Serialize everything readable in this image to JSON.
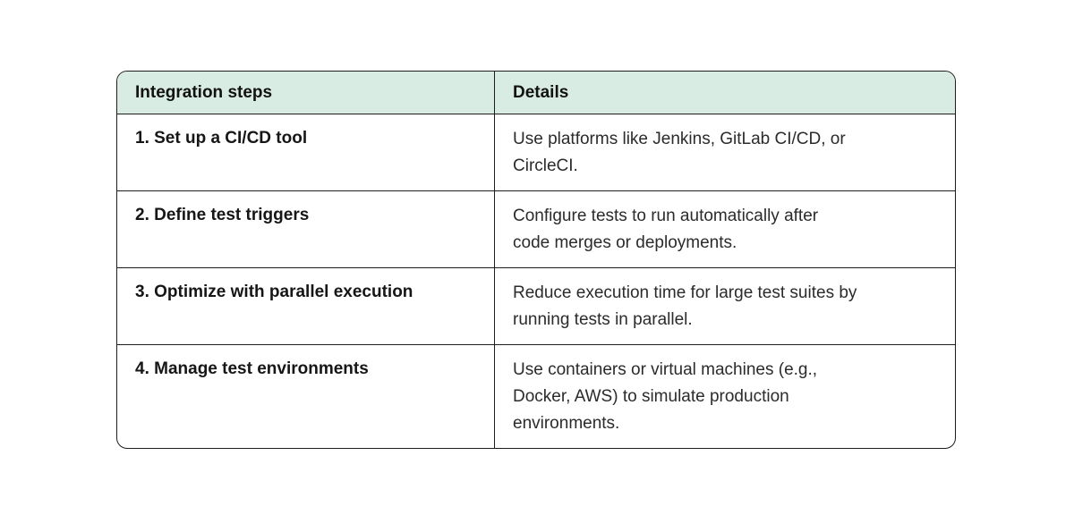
{
  "table": {
    "header": {
      "integration_steps": "Integration steps",
      "details": "Details"
    },
    "rows": [
      {
        "step": "1. Set up a CI/CD tool",
        "details": [
          "Use platforms like Jenkins, GitLab CI/CD, or",
          "CircleCI."
        ]
      },
      {
        "step": "2. Define test triggers",
        "details": [
          "Configure tests to run automatically after",
          "code merges or deployments."
        ]
      },
      {
        "step": "3. Optimize with parallel execution",
        "details": [
          "Reduce execution time for large test suites by",
          "running tests in parallel."
        ]
      },
      {
        "step": "4. Manage test environments",
        "details": [
          "Use containers or virtual machines (e.g.,",
          "Docker, AWS) to simulate production",
          "environments."
        ]
      }
    ],
    "colors": {
      "header_bg": "#d9ece3",
      "border": "#1d1d1d",
      "heading_text": "#121212",
      "body_text": "#2b2b2b",
      "page_bg": "#ffffff"
    }
  }
}
